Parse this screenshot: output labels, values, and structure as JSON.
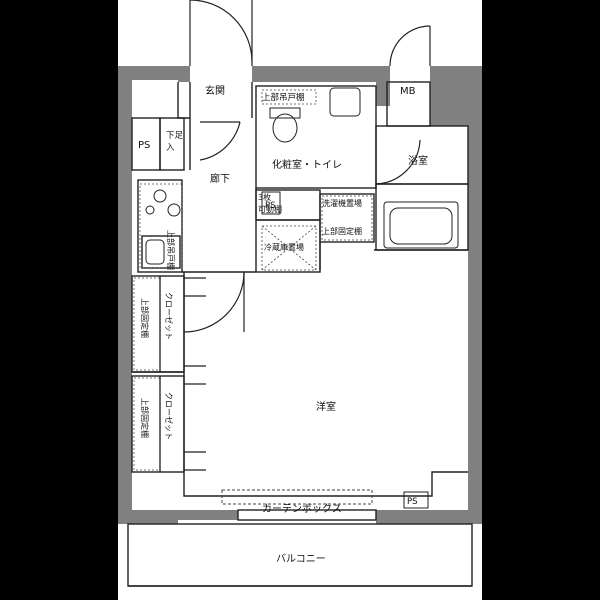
{
  "floorplan": {
    "rooms": {
      "entrance": "玄関",
      "mb": "MB",
      "ps_left": "PS",
      "shoe_storage": "下足入",
      "upper_cabinet_top": "上部吊戸棚",
      "toilet_vanity": "化粧室・トイレ",
      "bath": "浴室",
      "hallway": "廊下",
      "sliding_3": "3枚可動棚",
      "ps_mid": "PS",
      "washer": "洗濯機置場",
      "upper_fixed_1": "上部固定棚",
      "fridge": "冷蔵庫置場",
      "upper_cabinet_kitchen": "上部吊戸棚",
      "closet": "クローゼット",
      "upper_fixed_closet": "上部固定棚",
      "western_room": "洋室",
      "ps_bottom": "PS",
      "curtain_box": "カーテンボックス",
      "balcony": "バルコニー"
    }
  }
}
